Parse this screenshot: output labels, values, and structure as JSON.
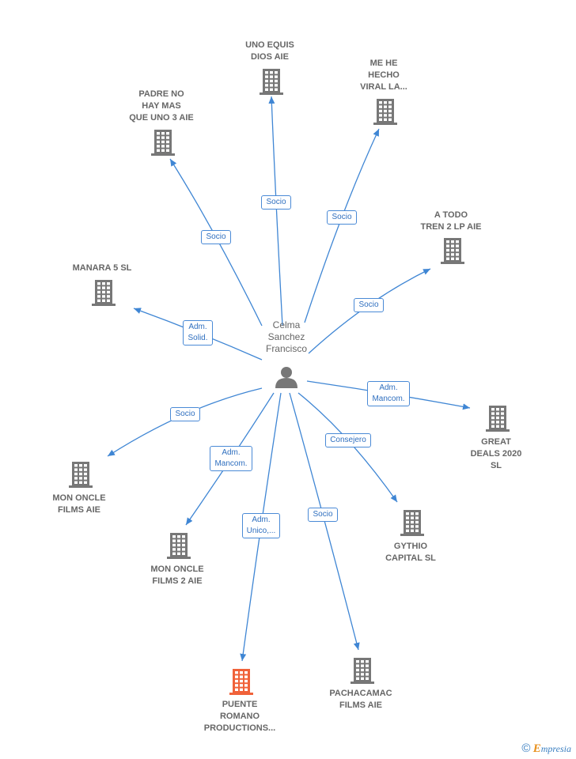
{
  "colors": {
    "edge": "#3f86d4",
    "company": "#777777",
    "highlight": "#f0623a",
    "person": "#777777"
  },
  "person": {
    "name": "Celma\nSanchez\nFrancisco",
    "icon": "person-icon"
  },
  "companies": [
    {
      "id": "uno-equis",
      "label": "UNO EQUIS\nDIOS AIE",
      "highlight": false
    },
    {
      "id": "me-he-hecho",
      "label": "ME HE\nHECHO\nVIRAL LA...",
      "highlight": false
    },
    {
      "id": "padre-no",
      "label": "PADRE NO\nHAY MAS\nQUE UNO 3 AIE",
      "highlight": false
    },
    {
      "id": "a-todo-tren",
      "label": "A TODO\nTREN 2 LP  AIE",
      "highlight": false
    },
    {
      "id": "manara",
      "label": "MANARA 5  SL",
      "highlight": false
    },
    {
      "id": "great-deals",
      "label": "GREAT\nDEALS 2020\nSL",
      "highlight": false
    },
    {
      "id": "mon-oncle",
      "label": "MON ONCLE\nFILMS AIE",
      "highlight": false
    },
    {
      "id": "gythio",
      "label": "GYTHIO\nCAPITAL  SL",
      "highlight": false
    },
    {
      "id": "mon-oncle-2",
      "label": "MON ONCLE\nFILMS 2 AIE",
      "highlight": false
    },
    {
      "id": "puente-romano",
      "label": "PUENTE\nROMANO\nPRODUCTIONS...",
      "highlight": true
    },
    {
      "id": "pachacamac",
      "label": "PACHACAMAC\nFILMS AIE",
      "highlight": false
    }
  ],
  "edges": [
    {
      "to": "uno-equis",
      "label": "Socio"
    },
    {
      "to": "me-he-hecho",
      "label": "Socio"
    },
    {
      "to": "padre-no",
      "label": "Socio"
    },
    {
      "to": "a-todo-tren",
      "label": "Socio"
    },
    {
      "to": "manara",
      "label": "Adm.\nSolid."
    },
    {
      "to": "great-deals",
      "label": "Adm.\nMancom."
    },
    {
      "to": "mon-oncle",
      "label": "Socio"
    },
    {
      "to": "gythio",
      "label": "Consejero"
    },
    {
      "to": "mon-oncle-2",
      "label": "Adm.\nMancom."
    },
    {
      "to": "puente-romano",
      "label": "Adm.\nUnico,..."
    },
    {
      "to": "pachacamac",
      "label": "Socio"
    }
  ],
  "footer": {
    "copyright": "©",
    "brand_initial": "E",
    "brand_rest": "mpresia"
  }
}
